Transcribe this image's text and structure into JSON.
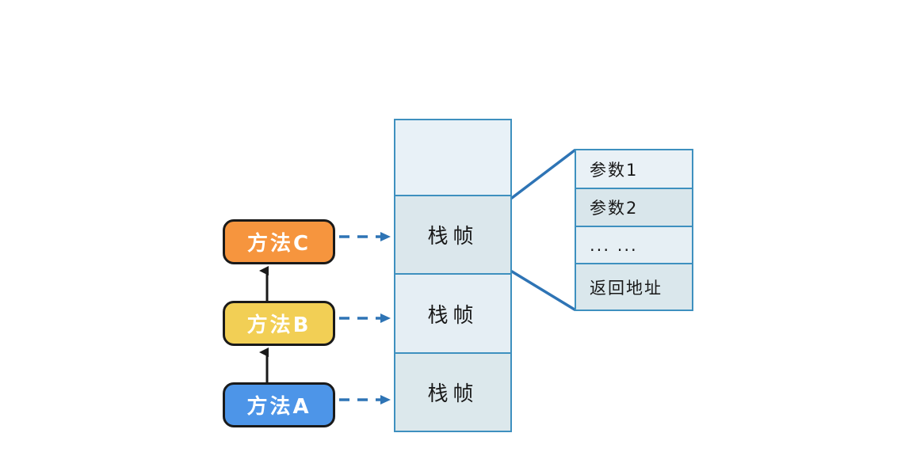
{
  "diagram": {
    "description": "method-call stack frames diagram",
    "methods": [
      {
        "id": "C",
        "label": "方法C",
        "color": "#F6953E"
      },
      {
        "id": "B",
        "label": "方法B",
        "color": "#F2CF55"
      },
      {
        "id": "A",
        "label": "方法A",
        "color": "#4D95E8"
      }
    ],
    "stack": {
      "cells": [
        {
          "label": ""
        },
        {
          "label": "栈帧"
        },
        {
          "label": "栈帧"
        },
        {
          "label": "栈帧"
        }
      ]
    },
    "frame_detail": {
      "rows": [
        {
          "label": "参数1"
        },
        {
          "label": "参数2"
        },
        {
          "label": "... ..."
        },
        {
          "label": "返回地址"
        }
      ]
    },
    "colors": {
      "method_border": "#1A1A1A",
      "method_text": "#FFFFFF",
      "cell_border": "#3E90BF",
      "cell_fill_light": "#E8F1F7",
      "cell_fill_dark": "#DBE7EC",
      "call_arrow": "#1A1A1A",
      "dashed_arrow": "#2E74B5",
      "expand_line": "#2E74B5",
      "background": "#FFFFFF"
    }
  }
}
